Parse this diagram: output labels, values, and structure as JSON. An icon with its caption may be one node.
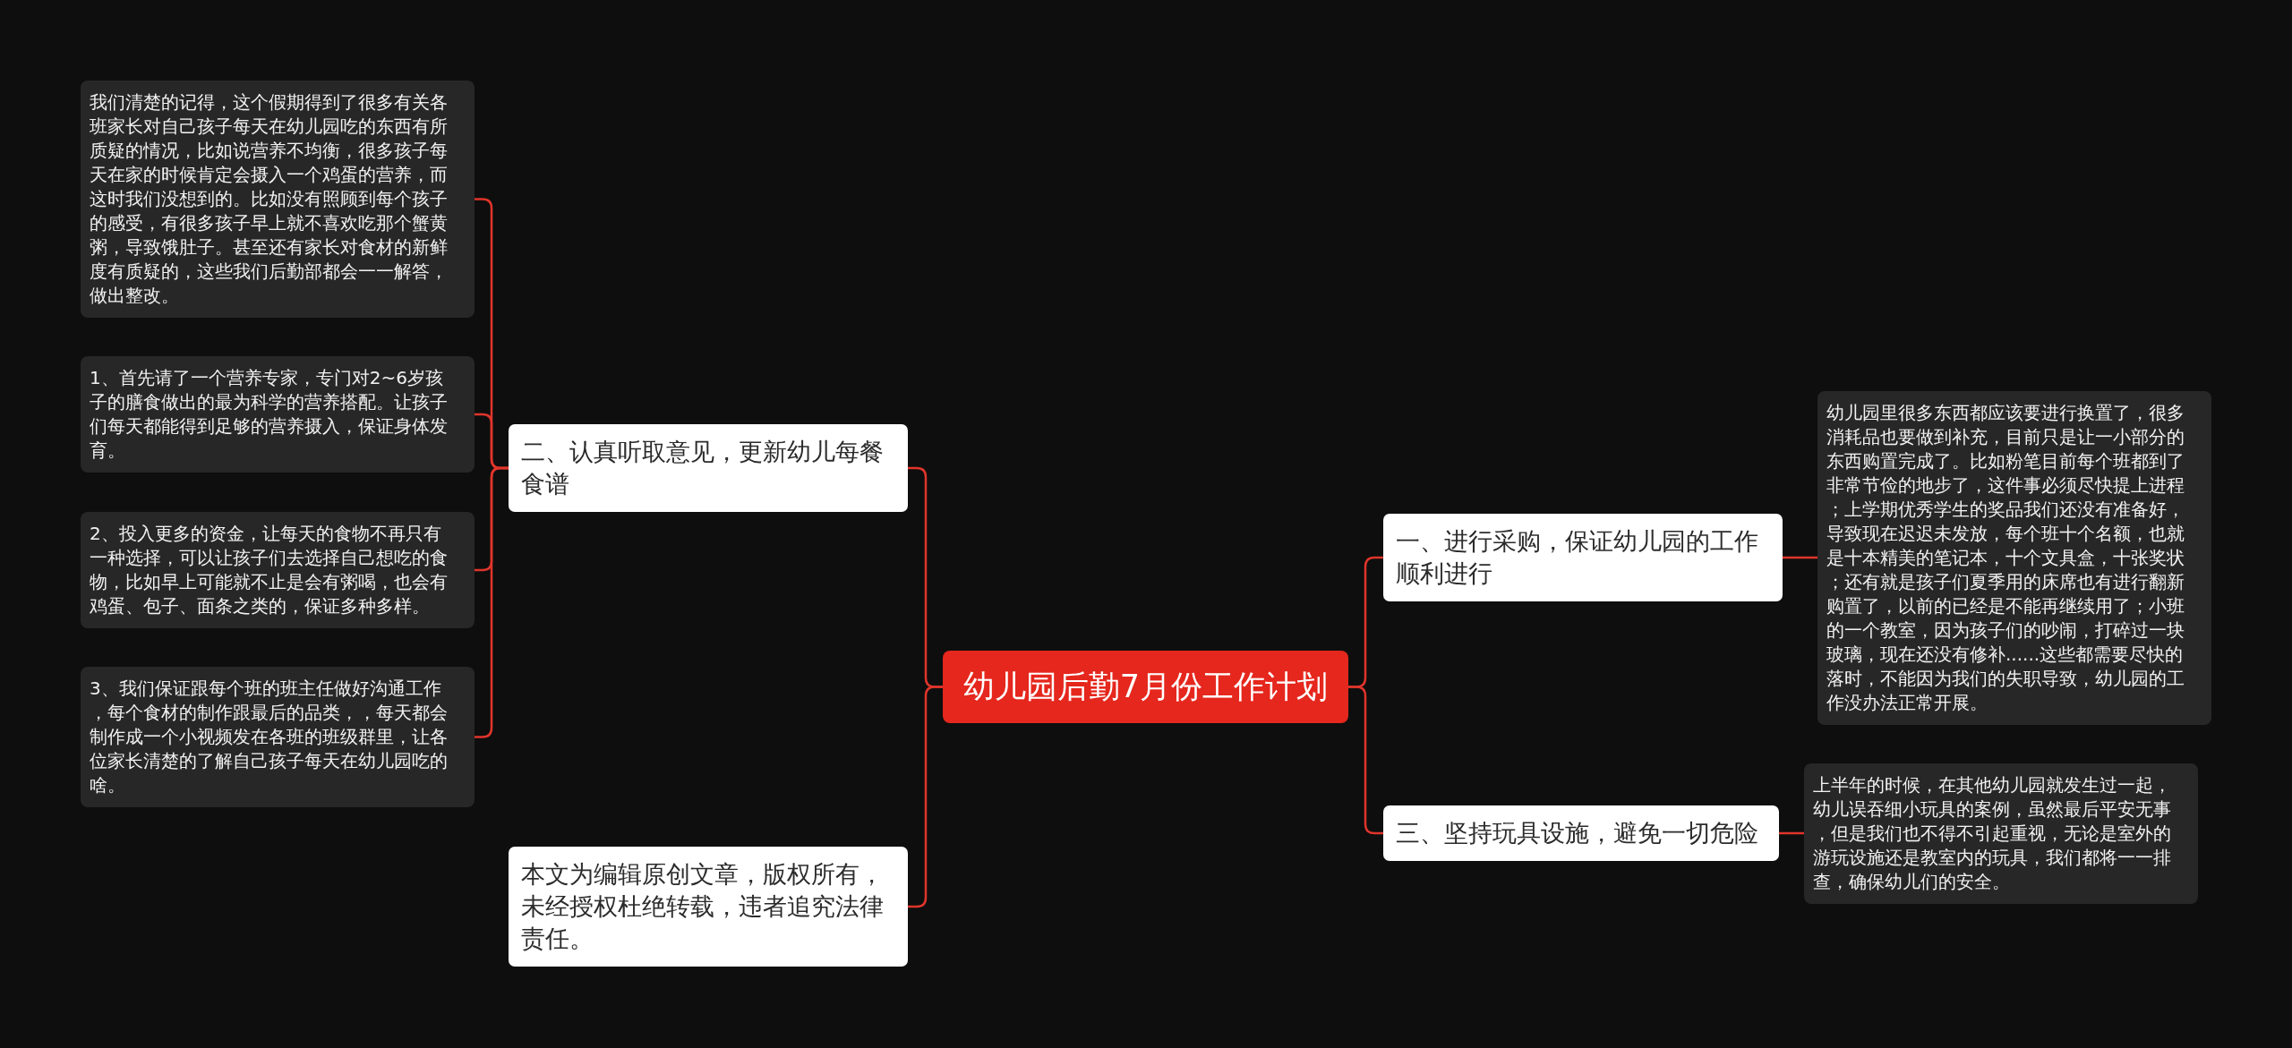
{
  "diagram": {
    "nodes": [
      {
        "text": [
          "幼儿园后勤7月份工作计划"
        ]
      },
      {
        "text": [
          "二、认真听取意见，更新幼儿每餐食谱"
        ]
      },
      {
        "text": [
          "我们清楚的记得，这个假期得到了很多有关各班家长对自己孩子每天在幼儿园吃的东西有所质疑的情况，比如说营养不均衡，很多孩子每天在家的时候肯定会摄入一个鸡蛋的营养，而这时我们没想到的。比如没有照顾到每个孩子的感受，有很多孩子早上就不喜欢吃那个蟹黄粥，导致饿肚子。甚至还有家长对食材的新鲜度有质疑的，这些我们后勤部都会一一解答，做出整改。"
        ]
      },
      {
        "text": [
          "1、首先请了一个营养专家，专门对2~6岁孩子的膳食做出的最为科学的营养搭配。让孩子们每天都能得到足够的营养摄入，保证身体发育。"
        ]
      },
      {
        "text": [
          "2、投入更多的资金，让每天的食物不再只有一种选择，可以让孩子们去选择自己想吃的食物，比如早上可能就不止是会有粥喝，也会有鸡蛋、包子、面条之类的，保证多种多样。"
        ]
      },
      {
        "text": [
          "3、我们保证跟每个班的班主任做好沟通工作，每个食材的制作跟最后的品类，，每天都会制作成一个小视频发在各班的班级群里，让各位家长清楚的了解自己孩子每天在幼儿园吃的啥。"
        ]
      },
      {
        "text": [
          "本文为编辑原创文章，版权所有，未经授权杜绝转载，违者追究法律责任。"
        ]
      },
      {
        "text": [
          "一、进行采购，保证幼儿园的工作顺利进行"
        ]
      },
      {
        "text": [
          "幼儿园里很多东西都应该要进行换置了，很多消耗品也要做到补充，目前只是让一小部分的东西购置完成了。比如粉笔目前每个班都到了非常节俭的地步了，这件事必须尽快提上进程；上学期优秀学生的奖品我们还没有准备好，导致现在迟迟未发放，每个班十个名额，也就是十本精美的笔记本，十个文具盒，十张奖状；还有就是孩子们夏季用的床席也有进行翻新购置了，以前的已经是不能再继续用了；小班的一个教室，因为孩子们的吵闹，打碎过一块玻璃，现在还没有修补......这些都需要尽快的落时，不能因为我们的失职导致，幼儿园的工作没办法正常开展。"
        ]
      },
      {
        "text": [
          "三、坚持玩具设施，避免一切危险"
        ]
      },
      {
        "text": [
          "上半年的时候，在其他幼儿园就发生过一起，幼儿误吞细小玩具的案例，虽然最后平安无事，但是我们也不得不引起重视，无论是室外的游玩设施还是教室内的玩具，我们都将一一排查，确保幼儿们的安全。"
        ]
      }
    ],
    "edges": [
      {
        "from": 0,
        "to": 1,
        "arrow": "none"
      },
      {
        "from": 1,
        "to": 2,
        "arrow": "none"
      },
      {
        "from": 1,
        "to": 3,
        "arrow": "none"
      },
      {
        "from": 1,
        "to": 4,
        "arrow": "none"
      },
      {
        "from": 1,
        "to": 5,
        "arrow": "none"
      },
      {
        "from": 0,
        "to": 6,
        "arrow": "none"
      },
      {
        "from": 0,
        "to": 7,
        "arrow": "none"
      },
      {
        "from": 7,
        "to": 8,
        "arrow": "none"
      },
      {
        "from": 0,
        "to": 9,
        "arrow": "none"
      },
      {
        "from": 9,
        "to": 10,
        "arrow": "none"
      }
    ]
  }
}
